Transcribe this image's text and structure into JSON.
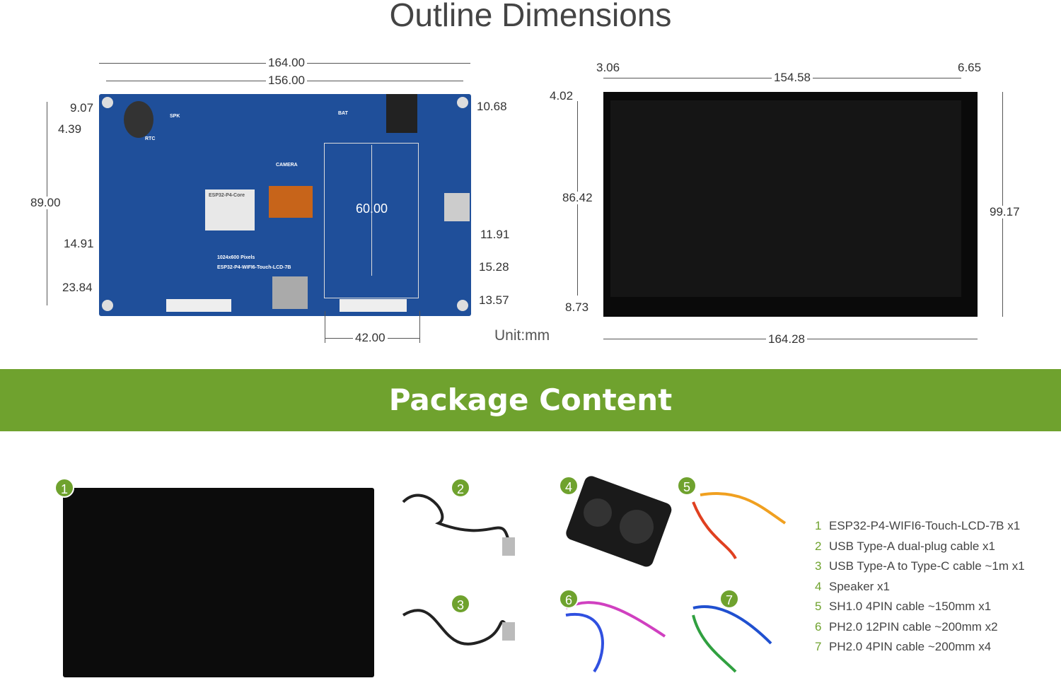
{
  "title": "Outline Dimensions",
  "unit": "Unit:mm",
  "board_dims": {
    "width_outer": "164.00",
    "width_holes": "156.00",
    "d1": "9.07",
    "d2": "4.39",
    "height": "89.00",
    "d3": "14.91",
    "d4": "23.84",
    "d5": "10.68",
    "d6": "11.91",
    "d7": "15.28",
    "d8": "13.57",
    "area_h": "60.00",
    "area_w": "42.00"
  },
  "board_silkscreen": {
    "module": "ESP32-P4-Core",
    "pixels": "1024x600 Pixels",
    "model": "ESP32-P4-WIFI6-Touch-LCD-7B",
    "camera": "CAMERA",
    "spk": "SPK",
    "bat": "BAT",
    "rtc": "RTC"
  },
  "screen_dims": {
    "left": "3.06",
    "top_width": "154.58",
    "right": "6.65",
    "top": "4.02",
    "active_h": "86.42",
    "total_h": "99.17",
    "bottom": "8.73",
    "total_w": "164.28"
  },
  "banner": "Package Content",
  "colors": {
    "accent": "#6fa22e",
    "board": "#1f4f9a"
  },
  "package": [
    {
      "num": "1",
      "label": "ESP32-P4-WIFI6-Touch-LCD-7B x1"
    },
    {
      "num": "2",
      "label": "USB Type-A dual-plug cable x1"
    },
    {
      "num": "3",
      "label": "USB Type-A to Type-C cable ~1m x1"
    },
    {
      "num": "4",
      "label": "Speaker x1"
    },
    {
      "num": "5",
      "label": "SH1.0 4PIN cable ~150mm x1"
    },
    {
      "num": "6",
      "label": "PH2.0 12PIN cable ~200mm x2"
    },
    {
      "num": "7",
      "label": "PH2.0 4PIN cable ~200mm x4"
    }
  ]
}
